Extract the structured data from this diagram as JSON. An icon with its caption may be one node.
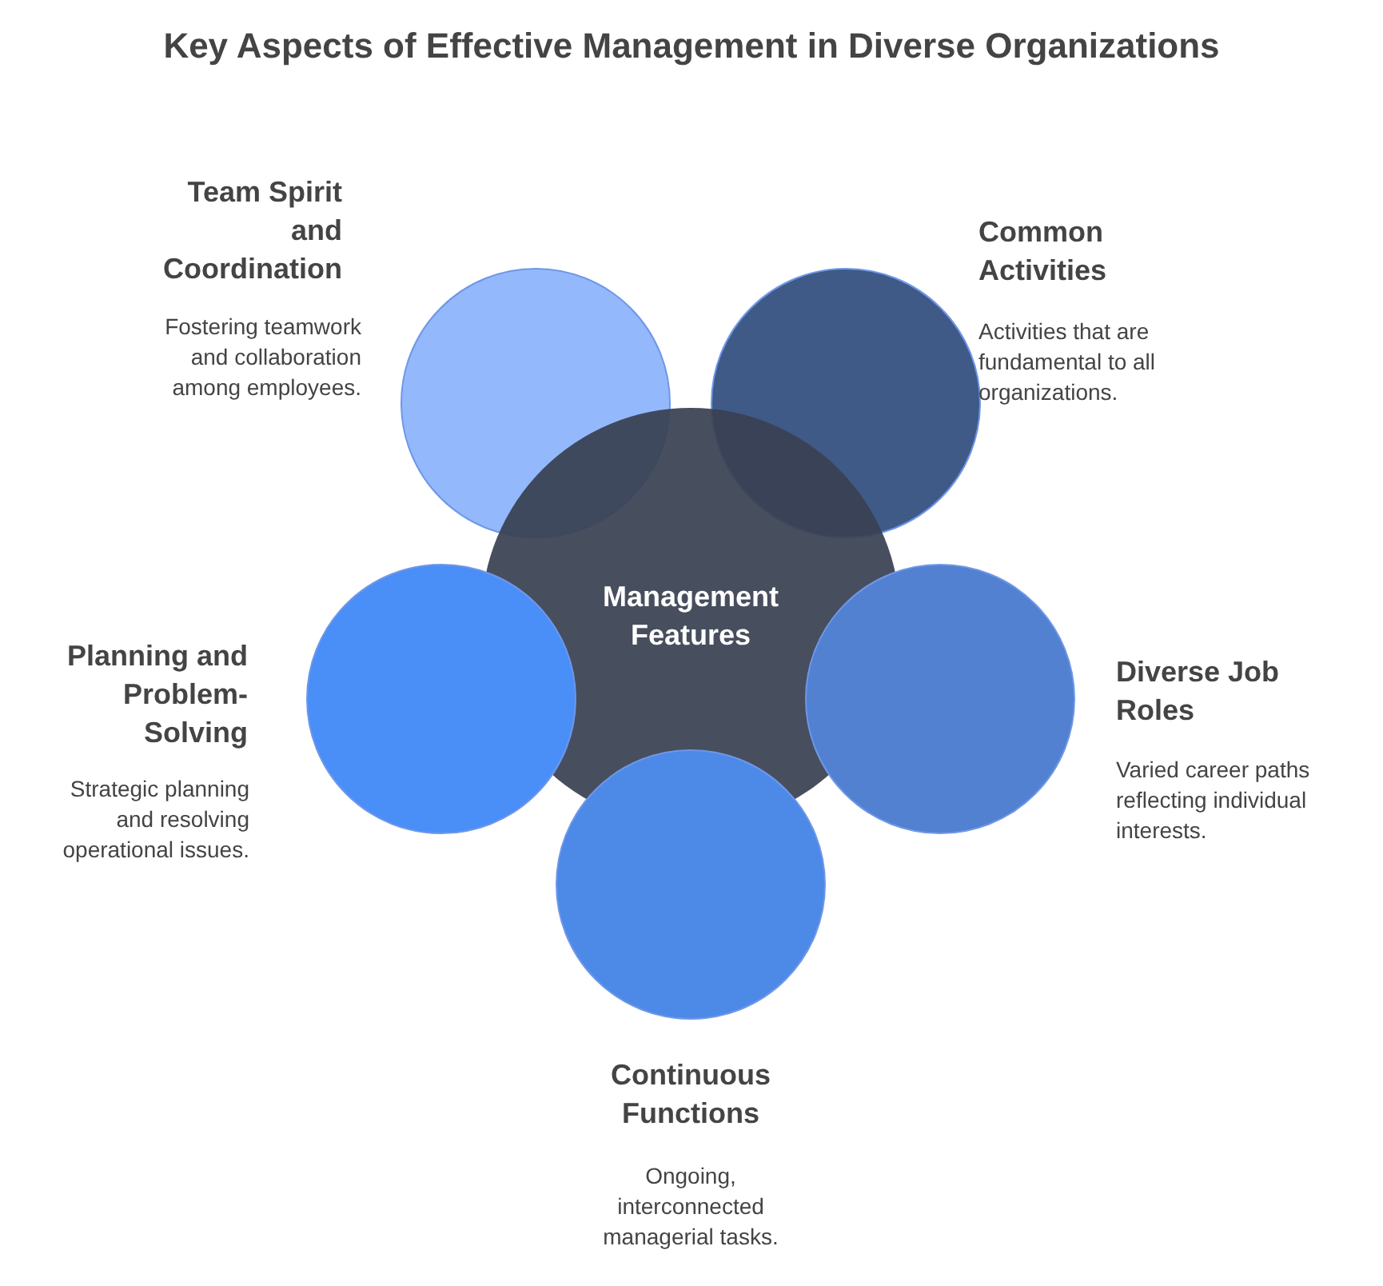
{
  "diagram": {
    "title": "Key Aspects of Effective Management in Diverse Organizations",
    "nodes": [
      {
        "text": [
          "Team Spirit and Coordination",
          "Fostering teamwork and collaboration among employees."
        ]
      },
      {
        "text": [
          "Common Activities",
          "Activities that are fundamental to all organizations."
        ]
      },
      {
        "text": [
          "Management Features"
        ]
      },
      {
        "text": [
          "Planning and Problem-Solving",
          "Strategic planning and resolving operational issues."
        ]
      },
      {
        "text": [
          "Diverse Job Roles",
          "Varied career paths reflecting individual interests."
        ]
      },
      {
        "text": [
          "Continuous Functions",
          "Ongoing, interconnected managerial tasks."
        ]
      }
    ]
  }
}
